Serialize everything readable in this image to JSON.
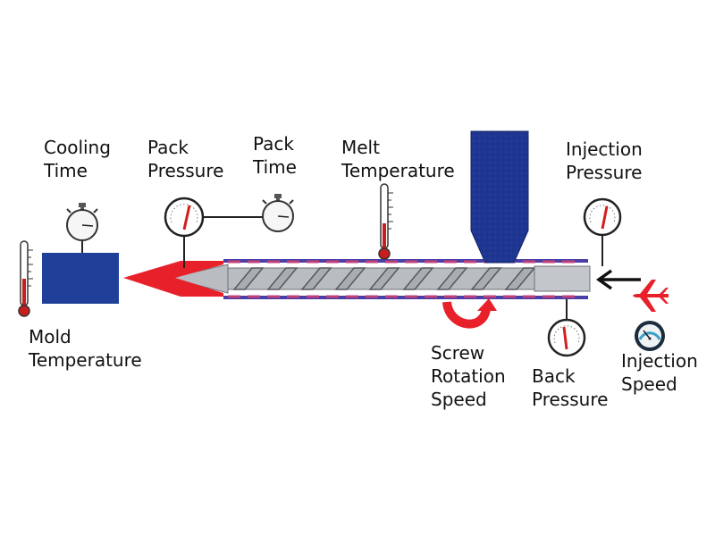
{
  "labels": {
    "cooling_time": [
      "Cooling",
      "Time"
    ],
    "pack_pressure": [
      "Pack",
      "Pressure"
    ],
    "pack_time": [
      "Pack",
      "Time"
    ],
    "melt_temperature": [
      "Melt",
      "Temperature"
    ],
    "injection_pressure": [
      "Injection",
      "Pressure"
    ],
    "mold_temperature": [
      "Mold",
      "Temperature"
    ],
    "screw_rotation_speed": [
      "Screw",
      "Rotation",
      "Speed"
    ],
    "back_pressure": [
      "Back",
      "Pressure"
    ],
    "injection_speed": [
      "Injection",
      "Speed"
    ]
  },
  "colors": {
    "mold_blue": "#1f3f98",
    "hopper_blue": "#1e3591",
    "melt_red": "#e8202a",
    "barrel_gray": "#b9bcc0",
    "heater_pink": "#c0407a",
    "barrel_purple": "#4a3fa6",
    "outline": "#222222",
    "text": "#111111"
  },
  "icons": {
    "stopwatch": "stopwatch-icon",
    "pressure_gauge": "pressure-gauge-icon",
    "thermometer": "thermometer-icon",
    "rotation_arrow": "curved-arrow-icon",
    "push_arrow": "left-arrow-icon",
    "airplane": "airplane-icon",
    "speedometer": "speedometer-icon"
  }
}
